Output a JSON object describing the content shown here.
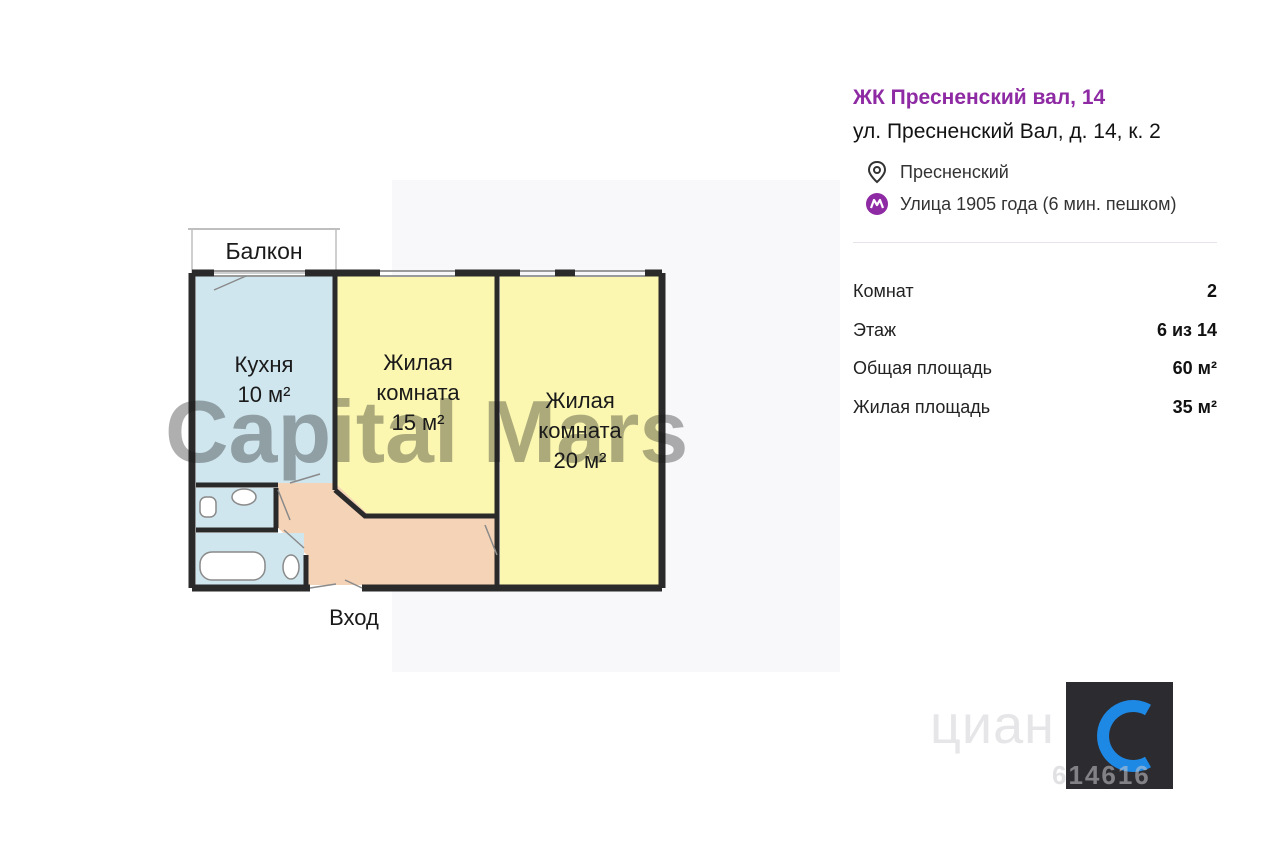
{
  "listing": {
    "title": "ЖК Пресненский вал, 14",
    "address": "ул. Пресненский Вал, д. 14, к. 2",
    "district": "Пресненский",
    "metro": "Улица 1905 года (6 мин. пешком)",
    "accent_color": "#8e2aa3"
  },
  "params": [
    {
      "label": "Комнат",
      "value": "2"
    },
    {
      "label": "Этаж",
      "value": "6 из 14"
    },
    {
      "label": "Общая площадь",
      "value": "60 м²"
    },
    {
      "label": "Жилая площадь",
      "value": "35 м²"
    }
  ],
  "floorplan": {
    "balcony": "Балкон",
    "kitchen_name": "Кухня",
    "kitchen_area": "10 м²",
    "room1_line1": "Жилая",
    "room1_line2": "комната",
    "room1_area": "15 м²",
    "room2_line1": "Жилая",
    "room2_line2": "комната",
    "room2_area": "20 м²",
    "entrance": "Вход",
    "watermark": "Capital Mars",
    "colors": {
      "kitchen": "#cfe6ee",
      "rooms": "#fbf7b0",
      "hall": "#f5d3b7",
      "bath": "#cfe6ee",
      "walls": "#2a2a2a"
    }
  },
  "badge": {
    "watermark": "циан",
    "id_fragment": "614616",
    "icons": [
      "location-pin-icon",
      "metro-icon",
      "cian-logo-icon"
    ]
  }
}
